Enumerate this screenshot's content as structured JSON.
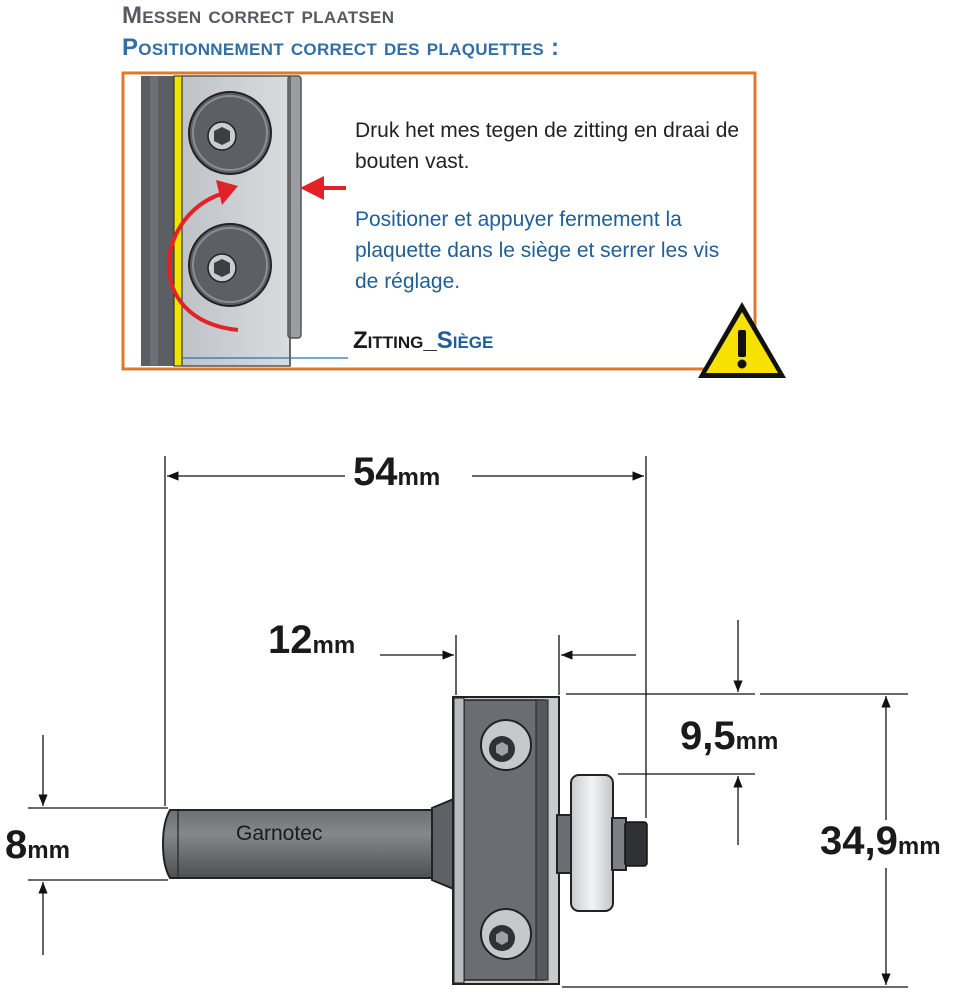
{
  "header": {
    "title_nl": "Messen correct plaatsen",
    "title_fr": "Positionnement correct des plaquettes :"
  },
  "instructions": {
    "nl": "Druk het mes tegen de zitting en draai de bouten vast.",
    "fr": "Positioner et appuyer fermement la plaquette dans le siège et serrer les vis de réglage."
  },
  "seat_label": {
    "nl": "Zitting",
    "separator": "_",
    "fr": "Siège"
  },
  "brand": "Garnotec",
  "dimensions": {
    "overall_length": {
      "value": "54",
      "unit": "mm"
    },
    "cutting_length": {
      "value": "12",
      "unit": "mm"
    },
    "bearing_offset": {
      "value": "9,5",
      "unit": "mm"
    },
    "shank_diameter": {
      "value": "8",
      "unit": "mm"
    },
    "cutting_diameter": {
      "value": "34,9",
      "unit": "mm"
    }
  },
  "colors": {
    "frame": "#e07a2b",
    "blade_yellow": "#f2e200",
    "arrow_red": "#e32228",
    "warning_yellow": "#f7e100",
    "nl_text": "#555b61",
    "fr_text": "#2f6fa6"
  },
  "icons": [
    "warning-triangle-icon",
    "push-arrow-icon",
    "rotate-arrow-icon",
    "hex-bolt-icon"
  ]
}
